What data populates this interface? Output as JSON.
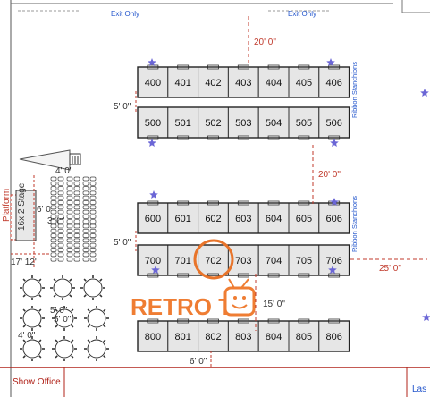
{
  "map": {
    "rows": [
      {
        "id": "row-400",
        "booths": [
          "400",
          "401",
          "402",
          "403",
          "404",
          "405",
          "406"
        ]
      },
      {
        "id": "row-500",
        "booths": [
          "500",
          "501",
          "502",
          "503",
          "504",
          "505",
          "506"
        ]
      },
      {
        "id": "row-600",
        "booths": [
          "600",
          "601",
          "602",
          "603",
          "604",
          "605",
          "606"
        ]
      },
      {
        "id": "row-700",
        "booths": [
          "700",
          "701",
          "702",
          "703",
          "704",
          "705",
          "706"
        ]
      },
      {
        "id": "row-800",
        "booths": [
          "800",
          "801",
          "802",
          "803",
          "804",
          "805",
          "806"
        ]
      }
    ],
    "highlighted_booth": "702",
    "dimensions": {
      "top_gap": "20' 0\"",
      "left_gap_upper": "5' 0\"",
      "mid_gap": "20' 0\"",
      "left_gap_lower": "5' 0\"",
      "right_gap": "25' 0\"",
      "aisle_gap": "15' 0\"",
      "bottom_gap": "6' 0\""
    },
    "small_dims": {
      "a": "4' 0\"",
      "b": "6' 0\"",
      "c": "3' 0\"",
      "d": "17' 12'",
      "e": "5' 0\"",
      "f": "5' 0\"",
      "g": "4' 0\""
    },
    "labels": {
      "exit_left": "Exit Only",
      "exit_right": "Exit Only",
      "ribbon_upper": "Ribbon Stanchions",
      "ribbon_lower": "Ribbon Stanchions",
      "show_office": "Show Office",
      "corner_text": "Las",
      "stage_label": "16x 2 Stage",
      "stage_sublabel": "Platform",
      "logo": "RETRO TV"
    },
    "colors": {
      "booth_fill": "#e6e6e6",
      "booth_stroke": "#333333",
      "highlight": "#e8742a",
      "star": "#6b66d6",
      "dimension": "#c0392b",
      "wall": "#b0231a"
    },
    "icons": [
      "star-icon",
      "projector-icon",
      "tv-mascot-icon"
    ]
  }
}
